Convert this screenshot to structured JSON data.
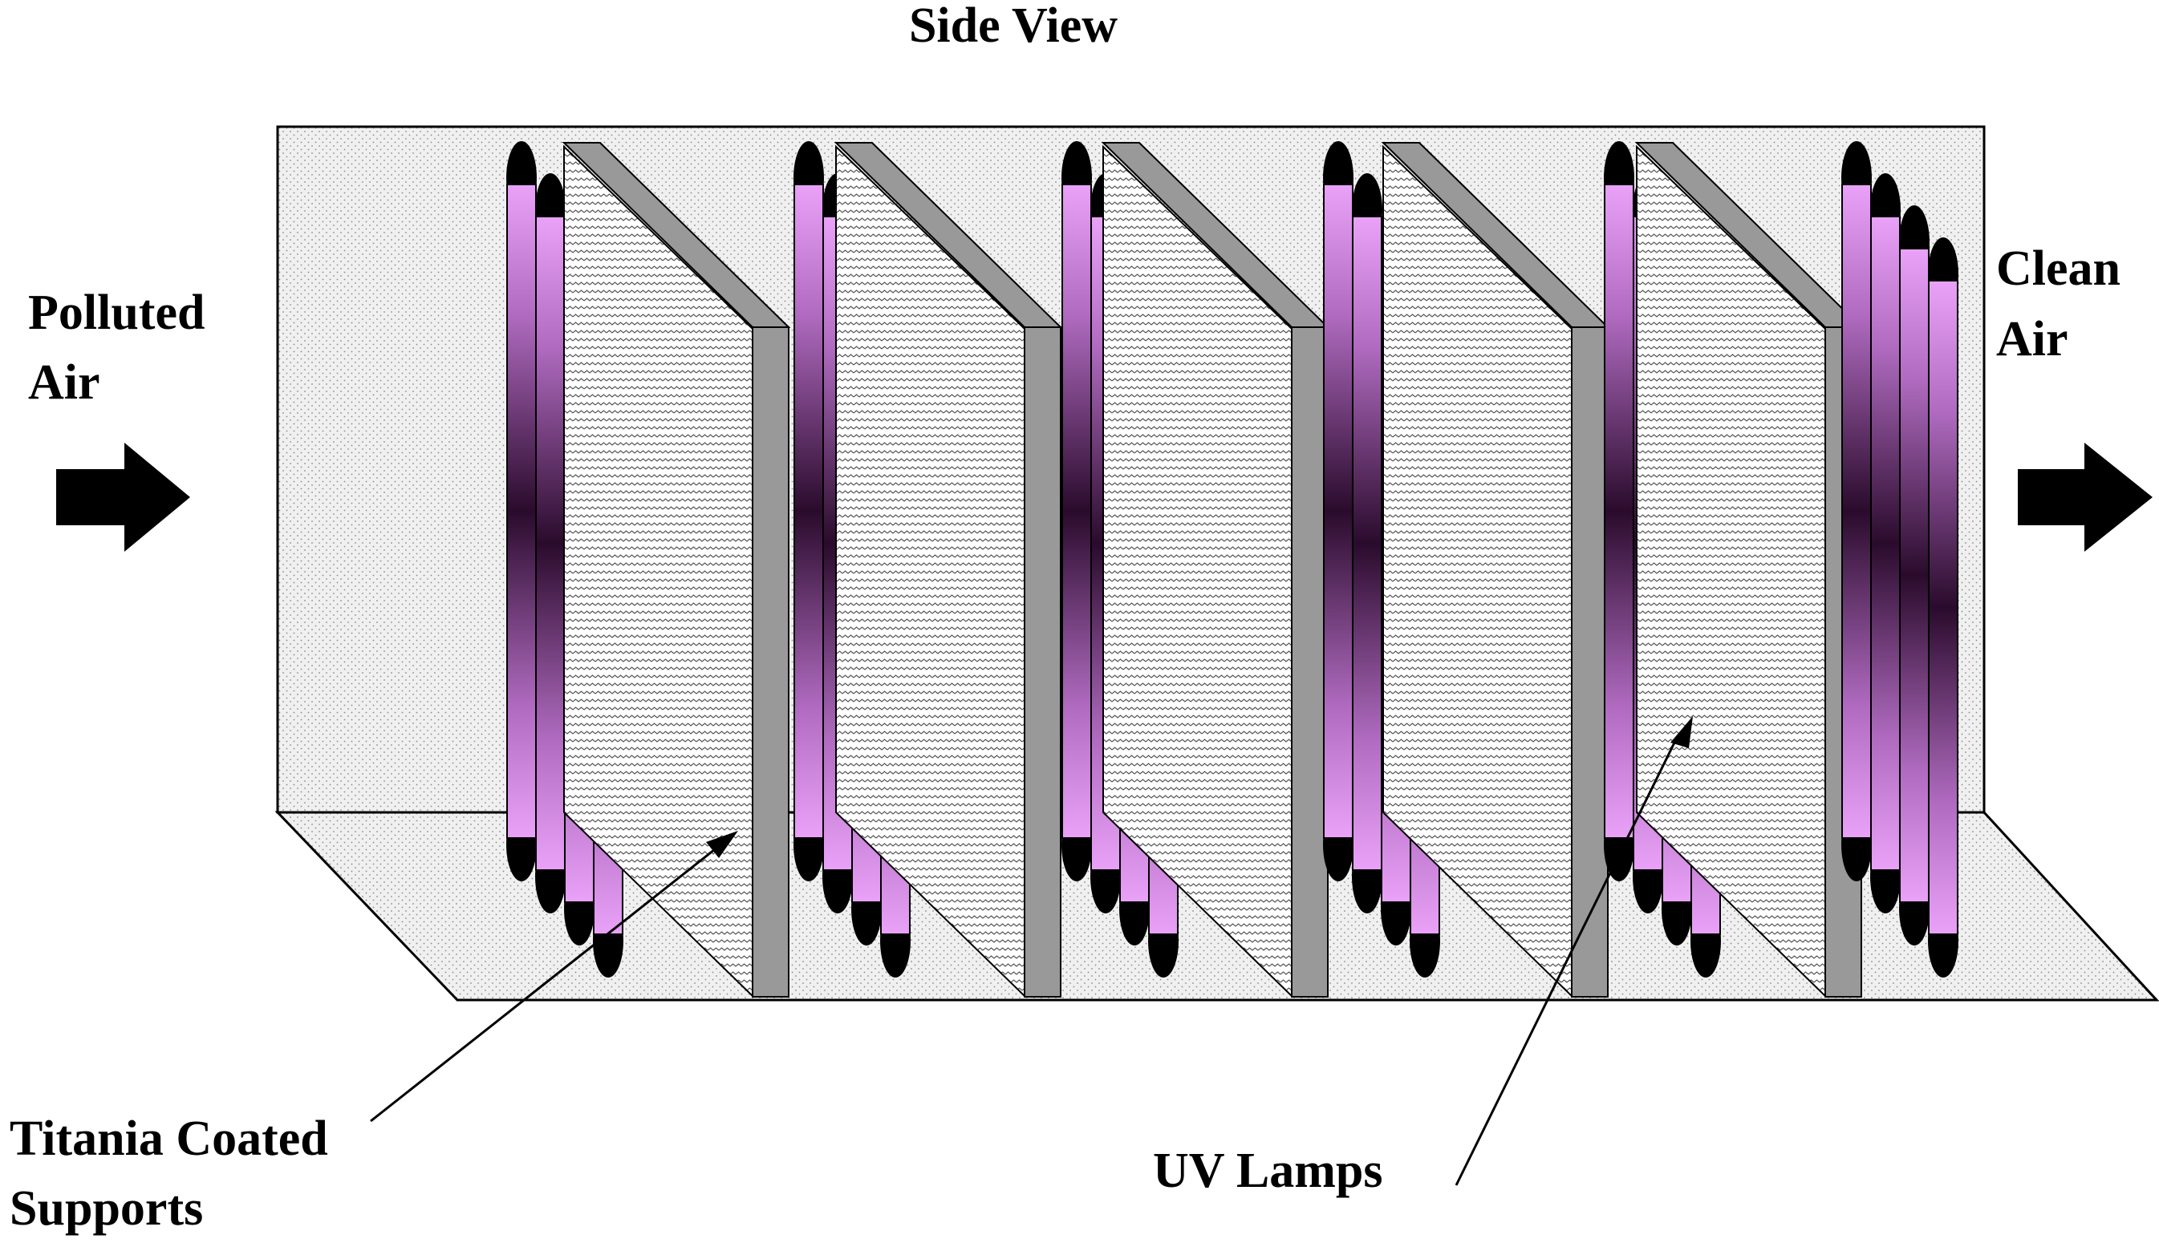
{
  "title": "Side View",
  "labels": {
    "inlet_line1": "Polluted",
    "inlet_line2": "Air",
    "outlet_line1": "Clean",
    "outlet_line2": "Air",
    "supports_line1": "Titania Coated",
    "supports_line2": "Supports",
    "lamps": "UV Lamps"
  },
  "components": {
    "lamp_banks": 6,
    "lamps_per_bank": 4,
    "coated_supports": 5
  },
  "colors": {
    "lamp_light": "#e9a2f7",
    "lamp_dark": "#2a0b2c",
    "lamp_cap": "#000000",
    "support_edge": "#999999",
    "panel_fill": "#f0f0f0",
    "floor_fill": "#f2f2f2",
    "arrow": "#000000"
  }
}
